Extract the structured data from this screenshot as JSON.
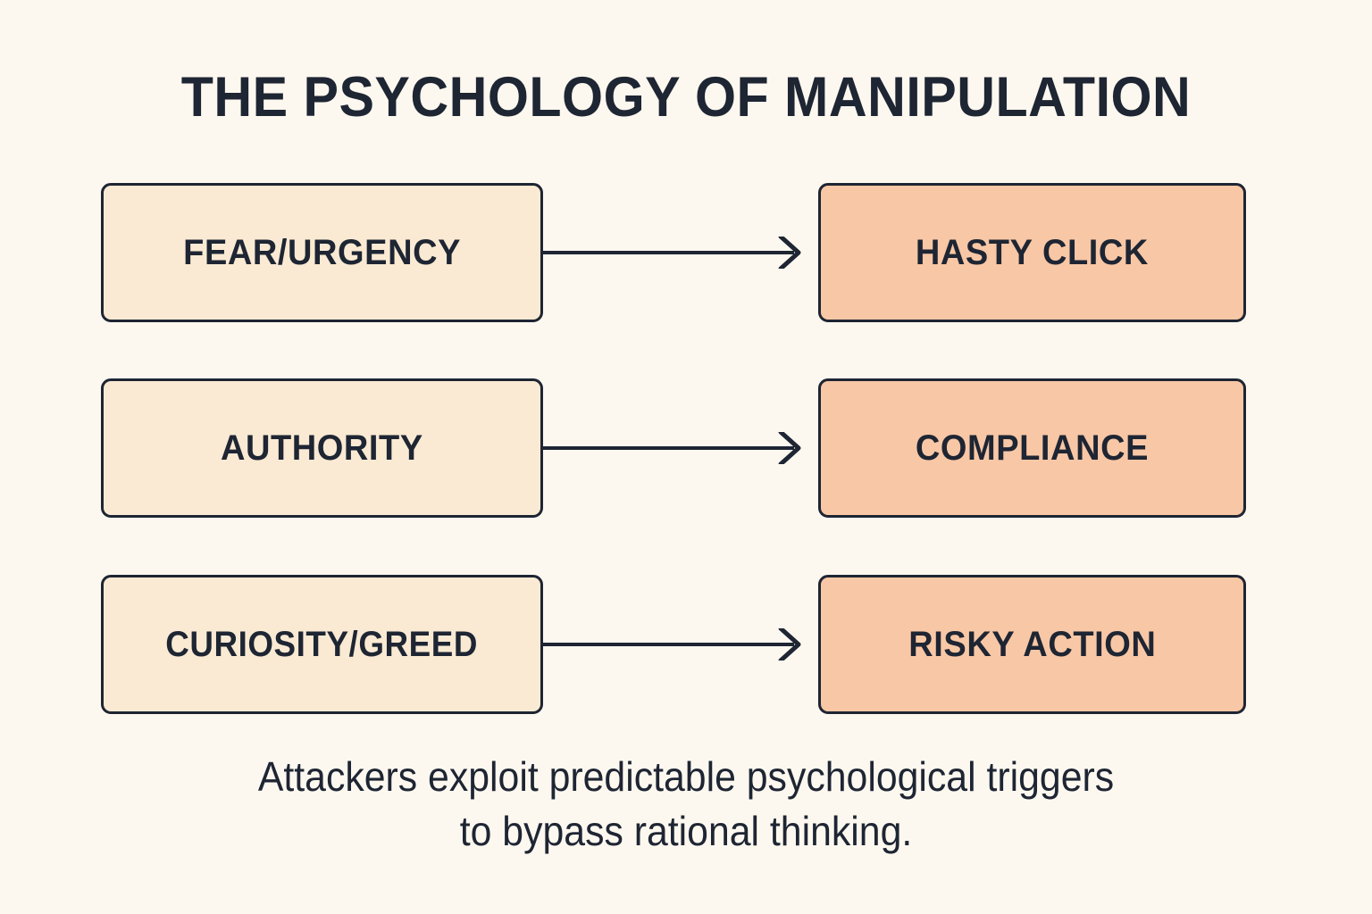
{
  "page": {
    "title": "THE PSYCHOLOGY OF MANIPULATION",
    "background_color": "#fdf8ef",
    "ink_color": "#1e2533"
  },
  "colors": {
    "trigger_fill": "#faead3",
    "outcome_fill": "#f8c7a5",
    "border": "#1e2533",
    "arrow": "#1e2533"
  },
  "diagram": {
    "type": "flow",
    "rows": [
      {
        "trigger": "FEAR/URGENCY",
        "outcome": "HASTY CLICK",
        "connector": "arrow-right"
      },
      {
        "trigger": "AUTHORITY",
        "outcome": "COMPLIANCE",
        "connector": "arrow-right"
      },
      {
        "trigger": "CURIOSITY/GREED",
        "outcome": "RISKY ACTION",
        "connector": "arrow-right"
      }
    ]
  },
  "caption": {
    "line1": "Attackers exploit predictable psychological triggers",
    "line2": "to bypass rational thinking."
  }
}
